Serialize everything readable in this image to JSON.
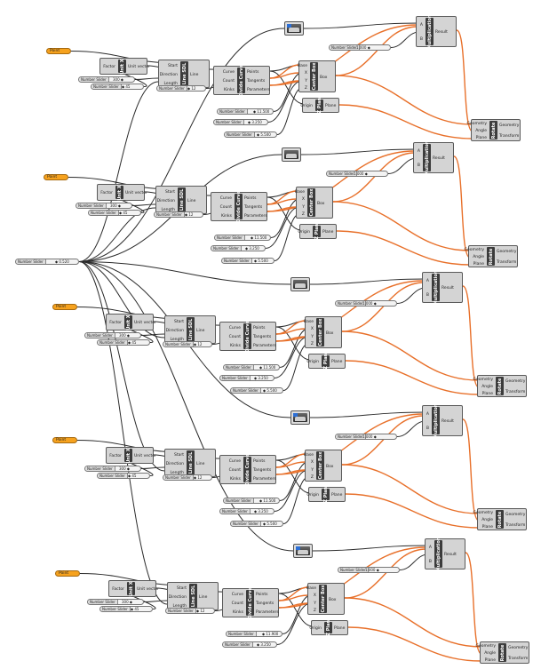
{
  "colors": {
    "wire_dark": "#2b2b2b",
    "wire_orange": "#e8702a",
    "point": "#f6a21e",
    "component_band": "#3c3c3c",
    "component_body": "#d4d4d4"
  },
  "labels": {
    "point": "Point",
    "number_slider": "Number Slider",
    "unit_x": "Unit X",
    "unit_x_in": "Factor",
    "unit_x_out": "Unit vector",
    "line_sdl": "Line SDL",
    "line_sdl_in": [
      "Start",
      "Direction",
      "Length"
    ],
    "line_sdl_out": "Line",
    "divide_curve": "Divide Curve",
    "divide_curve_in": [
      "Curve",
      "Count",
      "Kinks"
    ],
    "divide_curve_out": [
      "Points",
      "Tangents",
      "Parameters"
    ],
    "center_box": "Center Box",
    "center_box_in": [
      "Base",
      "X",
      "Y",
      "Z"
    ],
    "center_box_out": "Box",
    "xz_plane": "XZ Plane",
    "xz_plane_in": "Origin",
    "xz_plane_out": "Plane",
    "multiplication": "Multiplication",
    "mult_in": [
      "A",
      "B"
    ],
    "mult_out": "Result",
    "rotate": "Rotate",
    "rotate_in": [
      "Geometry",
      "Angle",
      "Plane"
    ],
    "rotate_out": [
      "Geometry",
      "Transform"
    ]
  },
  "master_slider": {
    "value": "◆ 0.520"
  },
  "rows": [
    {
      "len": "300 ◆",
      "factor": "◆ 45",
      "count": "◆ 12",
      "sx": "◆ 11.500",
      "sy": "◆ 3.250",
      "sz": "◆ 5.500",
      "mult": "1.000 ◆"
    },
    {
      "len": "300 ◆",
      "factor": "◆ 45",
      "count": "◆ 12",
      "sx": "◆ 11.500",
      "sy": "◆ 3.250",
      "sz": "◆ 5.500",
      "mult": "1.000 ◆"
    },
    {
      "len": "300 ◆",
      "factor": "◆ 45",
      "count": "◆ 12",
      "sx": "◆ 11.500",
      "sy": "◆ 3.250",
      "sz": "◆ 5.500",
      "mult": "1.000 ◆"
    },
    {
      "len": "300 ◆",
      "factor": "◆ 45",
      "count": "◆ 12",
      "sx": "◆ 11.500",
      "sy": "◆ 3.250",
      "sz": "◆ 5.500",
      "mult": "1.000 ◆"
    },
    {
      "len": "300 ◆",
      "factor": "◆ 45",
      "count": "◆ 12",
      "sx": "◆ 11.900",
      "sy": "◆ 3.250",
      "sz": "",
      "mult": "1.000 ◆"
    }
  ]
}
